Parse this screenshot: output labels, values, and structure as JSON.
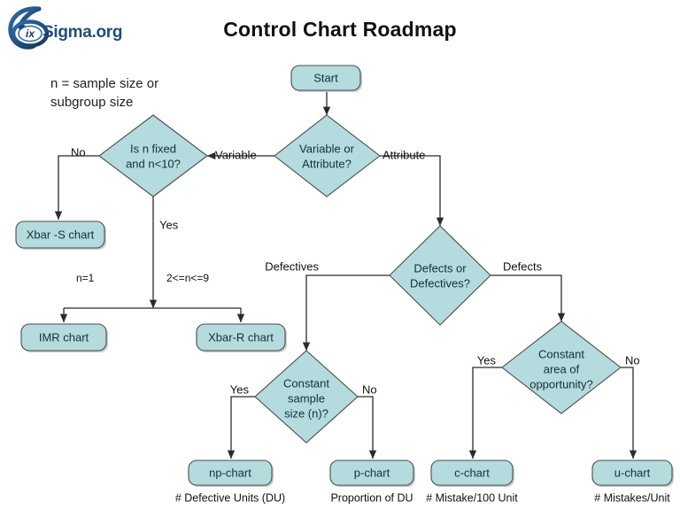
{
  "branding": {
    "logo_icon": "isixsigma-logo-icon",
    "logo_text": "Sigma.org",
    "logo_mark_letters": "ix",
    "logo_color": "#1f4e79"
  },
  "header": {
    "title": "Control Chart Roadmap"
  },
  "annotations": {
    "sample_size_note_line1": "n = sample size or",
    "sample_size_note_line2": "subgroup size"
  },
  "theme": {
    "node_fill": "#b4dbdd",
    "node_stroke": "#4c4c4c",
    "connector": "#2b2b2b",
    "text": "#13303a",
    "background": "#ffffff"
  },
  "nodes": {
    "start": {
      "label": "Start",
      "type": "terminator"
    },
    "variable_or_attribute": {
      "label_line1": "Variable or",
      "label_line2": "Attribute?",
      "type": "decision"
    },
    "is_n_fixed": {
      "label_line1": "Is n fixed",
      "label_line2": "and n<10?",
      "type": "decision"
    },
    "defects_or_defectives": {
      "label_line1": "Defects or",
      "label_line2": "Defectives?",
      "type": "decision"
    },
    "constant_sample_size": {
      "label_line1": "Constant",
      "label_line2": "sample",
      "label_line3": "size (n)?",
      "type": "decision"
    },
    "constant_area": {
      "label_line1": "Constant",
      "label_line2": "area of",
      "label_line3": "opportunity?",
      "type": "decision"
    },
    "xbar_s_chart": {
      "label": "Xbar -S chart",
      "type": "terminator"
    },
    "imr_chart": {
      "label": "IMR chart",
      "type": "terminator"
    },
    "xbar_r_chart": {
      "label": "Xbar-R chart",
      "type": "terminator"
    },
    "np_chart": {
      "label": "np-chart",
      "type": "terminator",
      "caption": "# Defective Units (DU)"
    },
    "p_chart": {
      "label": "p-chart",
      "type": "terminator",
      "caption": "Proportion of DU"
    },
    "c_chart": {
      "label": "c-chart",
      "type": "terminator",
      "caption": "# Mistake/100 Unit"
    },
    "u_chart": {
      "label": "u-chart",
      "type": "terminator",
      "caption": "# Mistakes/Unit"
    }
  },
  "edge_labels": {
    "variable": "Variable",
    "attribute": "Attribute",
    "no_n_fixed": "No",
    "yes_n_fixed": "Yes",
    "n_equals_1": "n=1",
    "n_range": "2<=n<=9",
    "defectives": "Defectives",
    "defects": "Defects",
    "yes_constant_sample": "Yes",
    "no_constant_sample": "No",
    "yes_constant_area": "Yes",
    "no_constant_area": "No"
  }
}
